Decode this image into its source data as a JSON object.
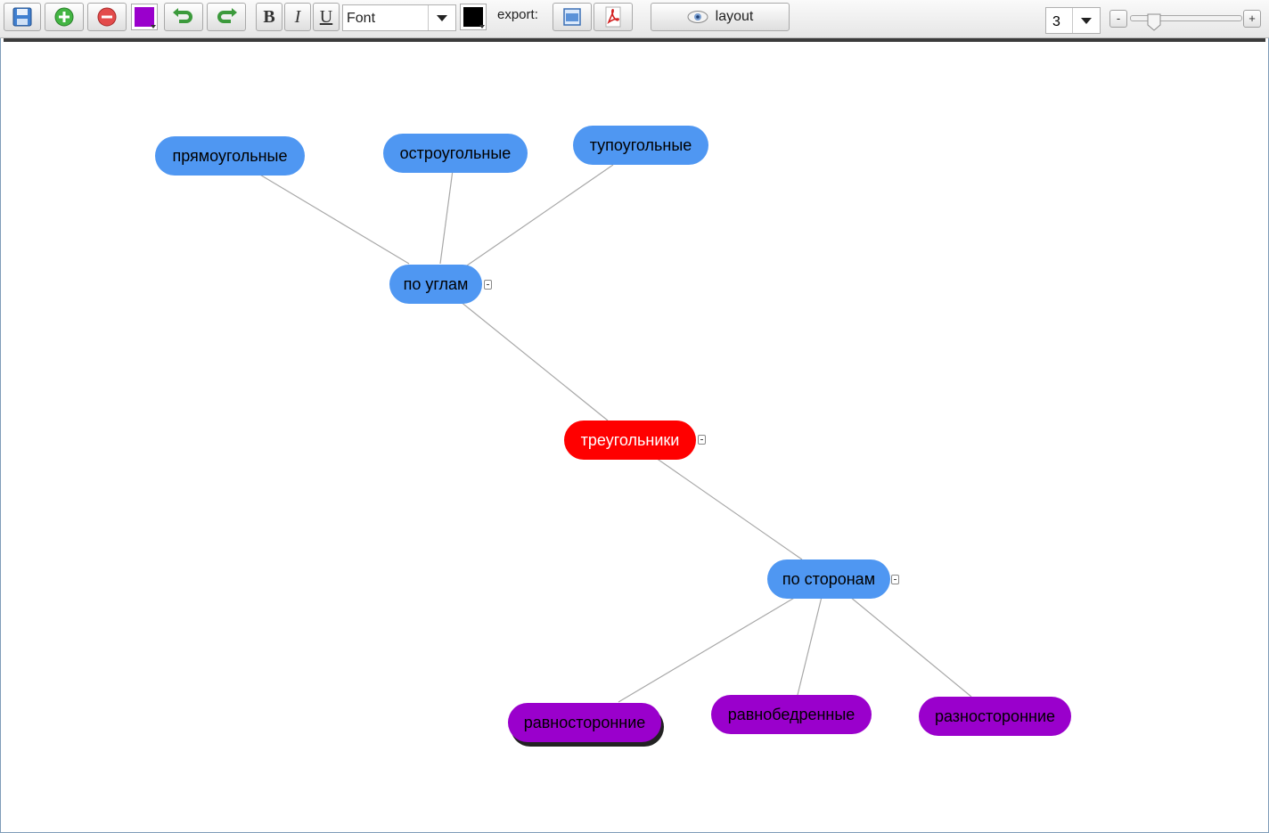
{
  "toolbar": {
    "save_icon": "save-icon",
    "add_icon": "add-node-icon",
    "remove_icon": "remove-node-icon",
    "undo_icon": "undo-icon",
    "redo_icon": "redo-icon",
    "node_color": "#9a00cc",
    "bold_label": "B",
    "italic_label": "I",
    "underline_label": "U",
    "font_value": "Font",
    "text_color": "#000000",
    "export_label": "export:",
    "export_image_icon": "image-icon",
    "export_pdf_icon": "pdf-icon",
    "layout_label": "layout",
    "layout_icon": "eye-icon",
    "level_value": "3",
    "zoom_minus": "-",
    "zoom_plus": "+",
    "zoom_level": 0.2
  },
  "colors": {
    "root": "#ff0000",
    "branch": "#4f97f2",
    "leaf": "#9a00cc"
  },
  "mindmap": {
    "root": "треугольники",
    "by_angles": "по углам",
    "by_sides": "по сторонам",
    "right": "прямоугольные",
    "acute": "остроугольные",
    "obtuse": "тупоугольные",
    "equilateral": "равносторонние",
    "isosceles": "равнобедренные",
    "scalene": "разносторонние"
  }
}
